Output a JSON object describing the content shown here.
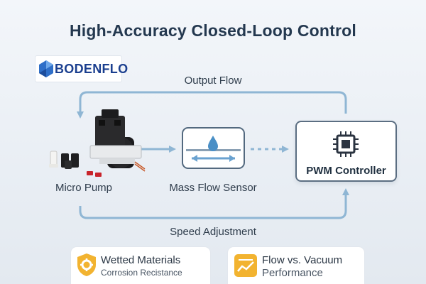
{
  "title": "High-Accuracy Closed-Loop Control",
  "logo_text": "BODENFLO",
  "flow_top_label": "Output Flow",
  "flow_bottom_label": "Speed Adjustment",
  "nodes": {
    "pump": "Micro Pump",
    "sensor": "Mass Flow Sensor",
    "controller": "PWM Controller"
  },
  "features": [
    {
      "title": "Wetted Materials",
      "subtitle": "Corrosion Recistance"
    },
    {
      "title": "Flow vs. Vacuum",
      "subtitle": "Performance"
    }
  ],
  "colors": {
    "arrow": "#8fb6d4",
    "accent_blue": "#4a8fc6",
    "badge_gold": "#f2b330",
    "pump_red": "#c8242b"
  },
  "icons": [
    "droplet-icon",
    "chip-icon",
    "gear-shield-icon",
    "chart-trend-icon"
  ]
}
